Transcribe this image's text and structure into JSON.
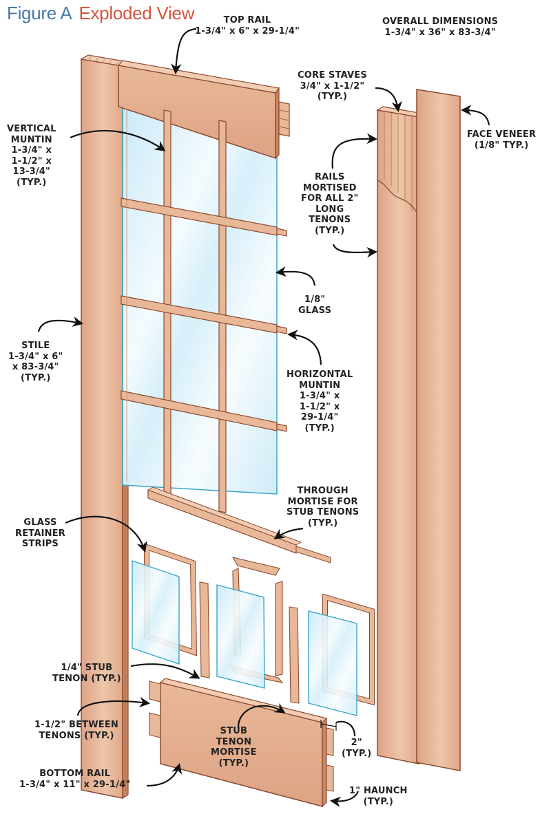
{
  "title": {
    "figure": "Figure A",
    "name": "Exploded View"
  },
  "colors": {
    "figure_label": "#4a78a8",
    "title": "#d5553d",
    "wood_light": "#ecc5a8",
    "wood_mid": "#e2ab8b",
    "wood_dark": "#c98664",
    "wood_edge": "#8b4a30",
    "glass": "#dff2fb",
    "glass_edge": "#3aa5c8",
    "label_text": "#222222"
  },
  "labels": {
    "overall": "OVERALL DIMENSIONS\n1-3/4\" x 36\" x 83-3/4\"",
    "top_rail": "TOP RAIL\n1-3/4\" x 6\" x 29-1/4\"",
    "core_staves": "CORE STAVES\n3/4\" x 1-1/2\"\n(TYP.)",
    "face_veneer": "FACE VENEER\n(1/8\" TYP.)",
    "vertical_muntin": "VERTICAL\nMUNTIN\n1-3/4\" x\n1-1/2\" x\n13-3/4\"\n(TYP.)",
    "rails_mortised": "RAILS\nMORTISED\nFOR ALL 2\"\nLONG\nTENONS\n(TYP.)",
    "glass": "1/8\"\nGLASS",
    "stile": "STILE\n1-3/4\" x 6\"\nx 83-3/4\"\n(TYP.)",
    "horizontal_muntin": "HORIZONTAL\nMUNTIN\n1-3/4\" x\n1-1/2\" x\n29-1/4\"\n(TYP.)",
    "through_mortise": "THROUGH\nMORTISE FOR\nSTUB TENONS\n(TYP.)",
    "glass_retainer": "GLASS\nRETAINER\nSTRIPS",
    "stub_tenon": "1/4\" STUB\nTENON (TYP.)",
    "between_tenons": "1-1/2\" BETWEEN\nTENONS (TYP.)",
    "stub_tenon_mortise": "STUB\nTENON\nMORTISE\n(TYP.)",
    "two_inch": "2\"\n(TYP.)",
    "bottom_rail": "BOTTOM RAIL\n1-3/4\" x 11\" x 29-1/4\"",
    "haunch": "1\" HAUNCH\n(TYP.)"
  }
}
